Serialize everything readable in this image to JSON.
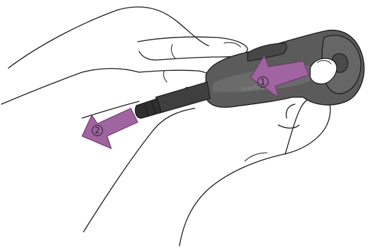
{
  "illustration": {
    "device_color": "#5a5a5a",
    "device_dark_color": "#3f3f3f",
    "device_label": "FreeStyle",
    "arrow_color": "#a064a0",
    "steps": [
      {
        "number": "1",
        "direction": "left"
      },
      {
        "number": "2",
        "direction": "left"
      }
    ]
  }
}
